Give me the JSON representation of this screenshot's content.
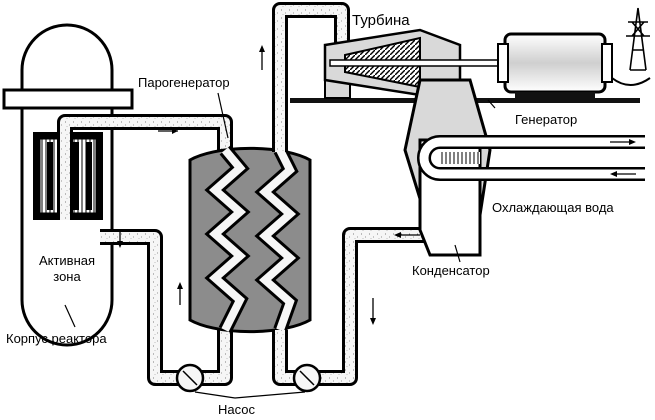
{
  "labels": {
    "turbine": "Турбина",
    "steam_generator": "Парогенератор",
    "generator": "Генератор",
    "cooling_water": "Охлаждающая вода",
    "active_zone_line1": "Активная",
    "active_zone_line2": "зона",
    "condenser": "Конденсатор",
    "reactor_vessel": "Корпус реактора",
    "pump": "Насос"
  },
  "colors": {
    "ink": "#000000",
    "pipe_fill": "#f4f4f4",
    "steam_generator_fill": "#8c8c8c",
    "turbine_housing": "#d9d9d9",
    "generator_body": "#e6e6e6",
    "floor": "#111111"
  }
}
